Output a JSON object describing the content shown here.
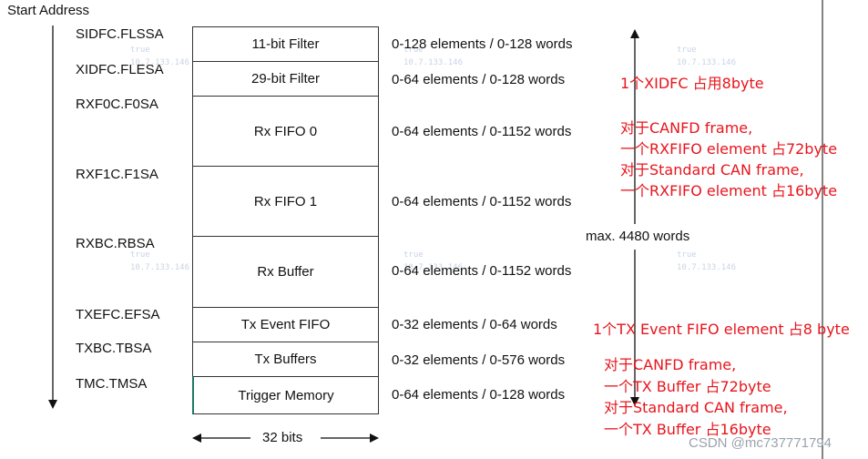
{
  "header": {
    "start_address": "Start Address"
  },
  "registers": [
    "SIDFC.FLSSA",
    "XIDFC.FLESA",
    "RXF0C.F0SA",
    "RXF1C.F1SA",
    "RXBC.RBSA",
    "TXEFC.EFSA",
    "TXBC.TBSA",
    "TMC.TMSA"
  ],
  "blocks": [
    "11-bit Filter",
    "29-bit Filter",
    "Rx FIFO 0",
    "Rx FIFO 1",
    "Rx Buffer",
    "Tx Event FIFO",
    "Tx Buffers",
    "Trigger Memory"
  ],
  "elements": [
    "0-128 elements / 0-128 words",
    "0-64 elements / 0-128 words",
    "0-64 elements / 0-1152 words",
    "0-64 elements / 0-1152 words",
    "0-64 elements / 0-1152 words",
    "0-32 elements / 0-64 words",
    "0-32 elements / 0-576 words",
    "0-64 elements / 0-128 words"
  ],
  "width_label": "32 bits",
  "max_label": "max. 4480 words",
  "notes": {
    "xidfc": "1个XIDFC 占用8byte",
    "rxfifo": [
      "对于CANFD frame,",
      "一个RXFIFO element 占72byte",
      "对于Standard CAN frame,",
      "一个RXFIFO element 占16byte"
    ],
    "txevent": "1个TX Event FIFO element 占8 byte",
    "txbuffer": [
      "对于CANFD frame,",
      "一个TX Buffer 占72byte",
      "对于Standard CAN frame,",
      "一个TX Buffer  占16byte"
    ]
  },
  "watermark": {
    "credit": "CSDN @mc737771794",
    "tag": "true",
    "ip": "10.7.133.146"
  },
  "colors": {
    "note": "#e8141c",
    "line": "#333333"
  }
}
